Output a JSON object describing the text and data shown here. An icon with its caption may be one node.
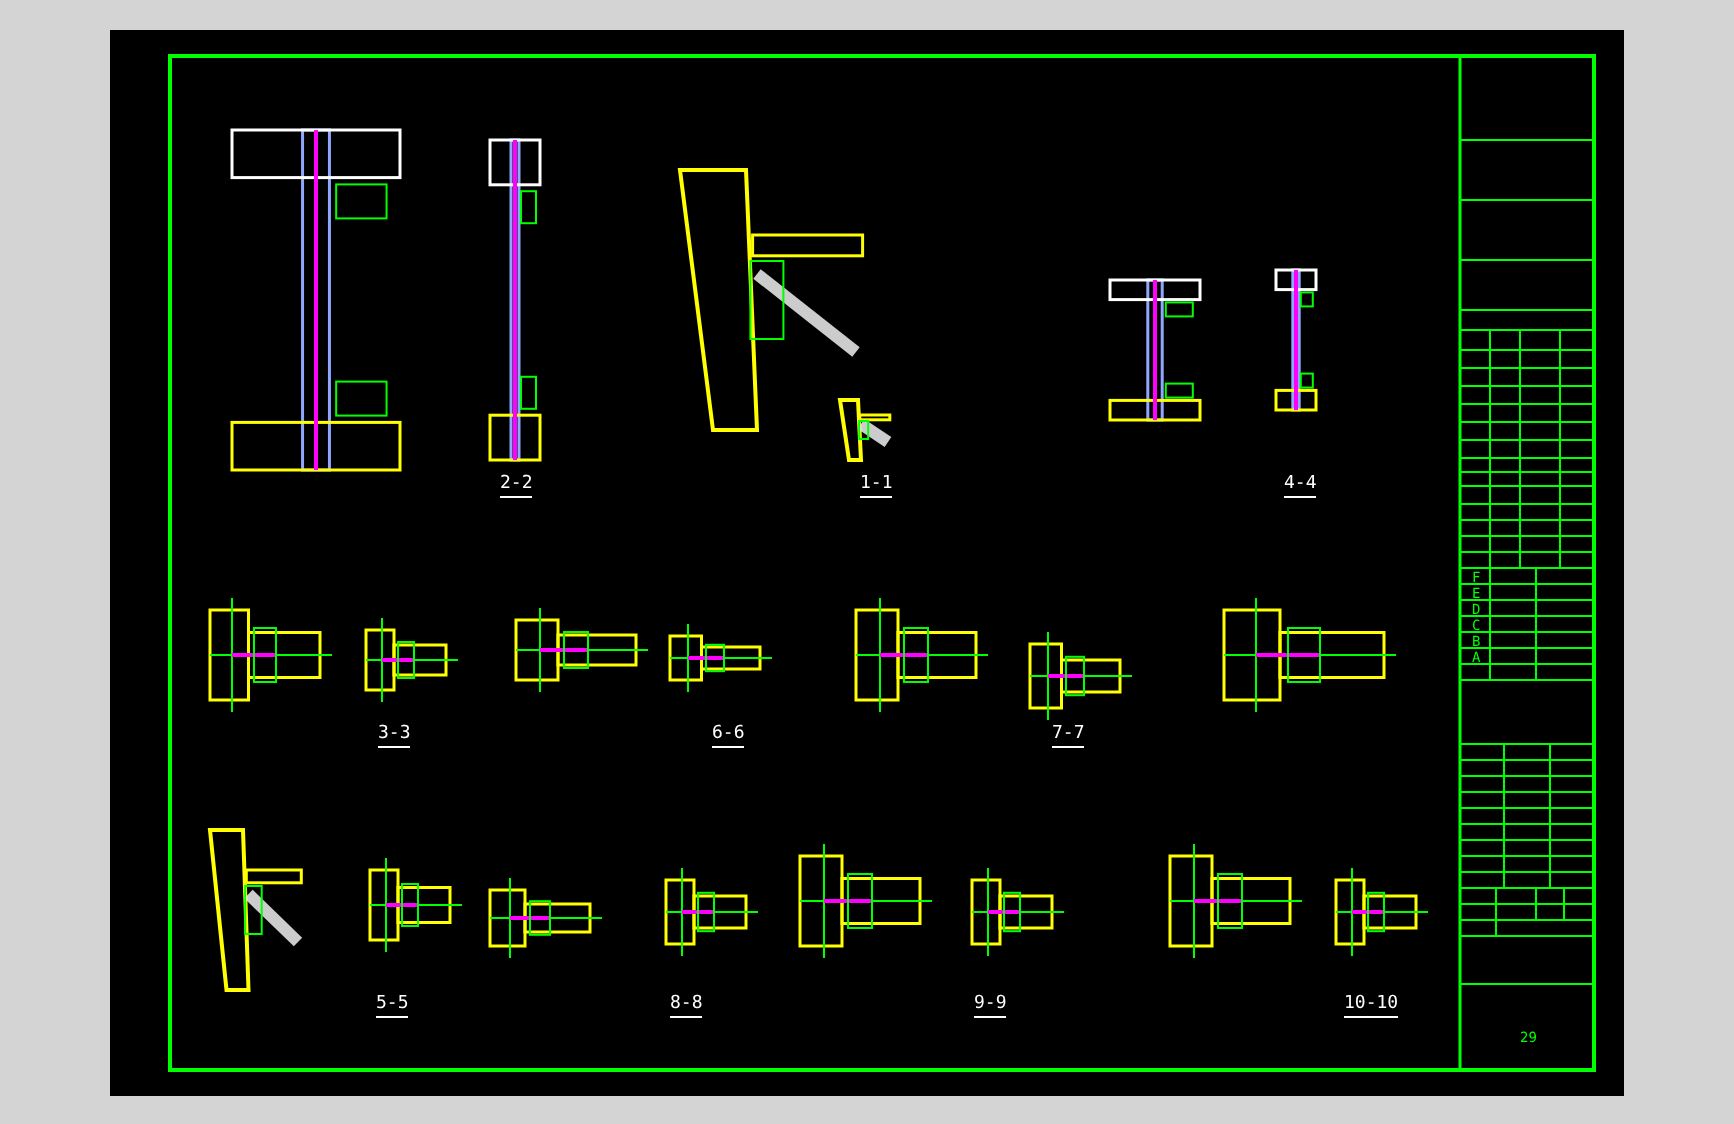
{
  "diagram": {
    "labels": [
      "2-2",
      "1-1",
      "4-4",
      "3-3",
      "6-6",
      "7-7",
      "5-5",
      "8-8",
      "9-9",
      "10-10",
      "F",
      "E",
      "D",
      "C",
      "B",
      "A",
      "29"
    ]
  }
}
